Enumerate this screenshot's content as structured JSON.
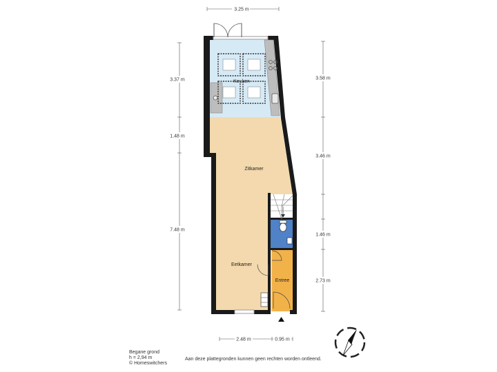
{
  "rooms": {
    "keuken": "Keuken",
    "zitkamer": "Zitkamer",
    "eetkamer": "Eetkamer",
    "entree": "Entree"
  },
  "dimensions": {
    "top_width": "3.25 m",
    "left_kitchen": "3.37 m",
    "left_mid": "1.48 m",
    "left_bottom": "7.48 m",
    "right_kitchen": "3.58 m",
    "right_living": "3.46 m",
    "right_toilet": "1.46 m",
    "right_entree": "2.73 m",
    "bottom_left": "2.48 m",
    "bottom_right": "0.95 m"
  },
  "footer": {
    "floor_name": "Begane grond",
    "height": "h = 2,94 m",
    "copyright": "© Homeswitchers",
    "disclaimer": "Aan deze plattegronden kunnen geen rechten worden ontleend."
  },
  "colors": {
    "kitchen": "#d6eaf6",
    "living": "#f3d9ad",
    "toilet": "#4f82c7",
    "entree": "#f2b24a",
    "wall": "#1a1a1a"
  }
}
